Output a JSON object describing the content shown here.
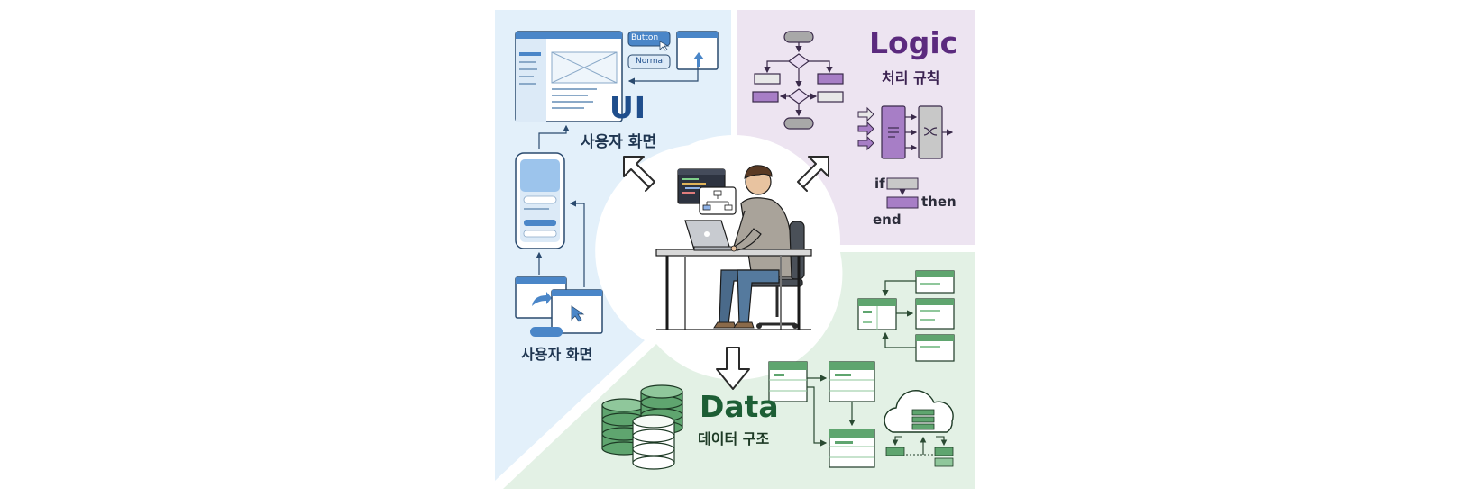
{
  "ui": {
    "title": "UI",
    "subtitle": "사용자 화면",
    "subtitle_bottom": "사용자 화면",
    "button_label": "Button",
    "normal_label": "Normal"
  },
  "logic": {
    "title": "Logic",
    "subtitle": "처리 규칙",
    "keyword_if": "if",
    "keyword_then": "then",
    "keyword_end": "end"
  },
  "data": {
    "title": "Data",
    "subtitle": "데이터 구조"
  },
  "colors": {
    "ui_panel": "#e3f0fa",
    "logic_panel": "#ede4f1",
    "data_panel": "#e3f1e5",
    "ui_accent": "#4a86c8",
    "logic_accent": "#a77ec6",
    "data_accent": "#5fa56f"
  },
  "icons": [
    "browser-window-icon",
    "mobile-phone-icon",
    "flowchart-icon",
    "database-icon",
    "cloud-icon",
    "table-icon",
    "developer-at-laptop-illustration"
  ]
}
